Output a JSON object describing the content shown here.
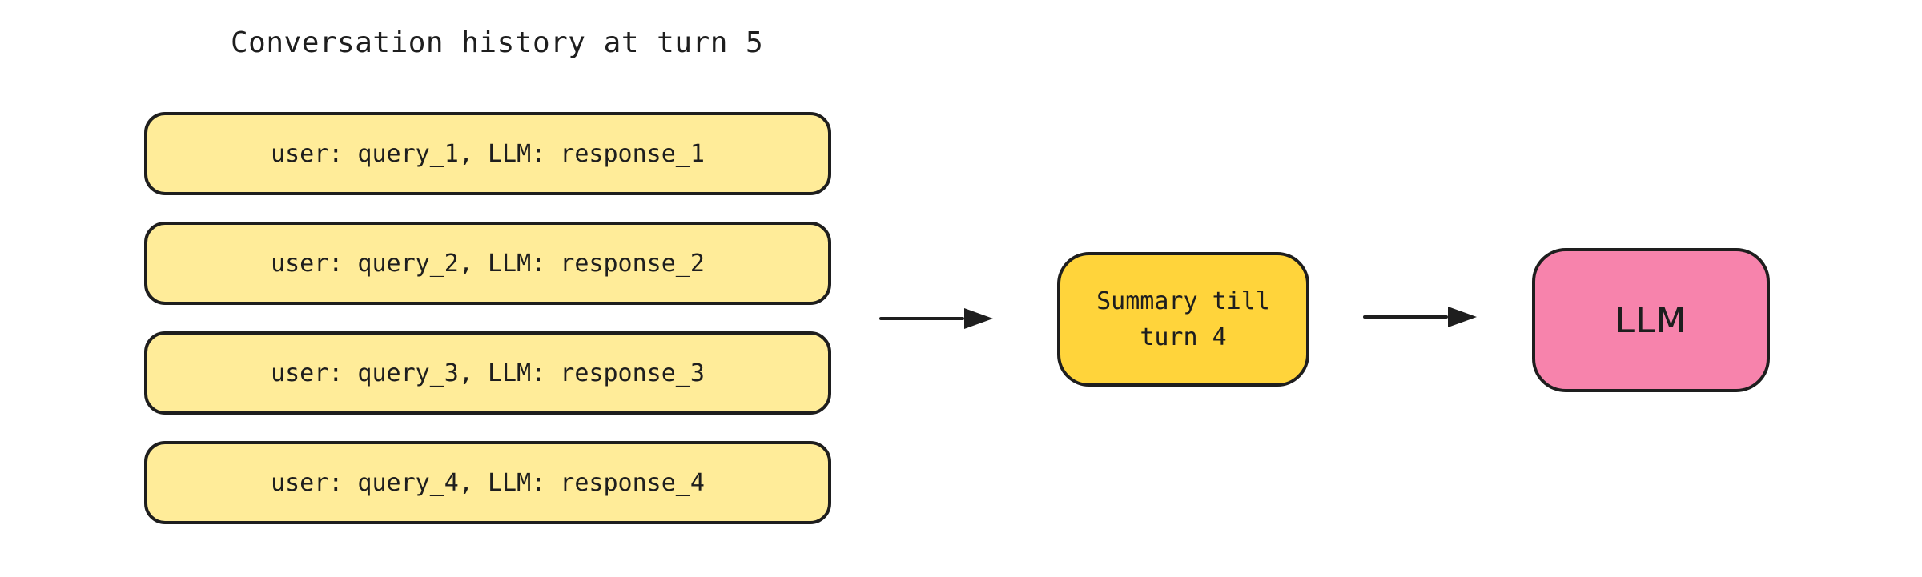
{
  "diagram": {
    "title": "Conversation history at turn 5",
    "history_boxes": [
      {
        "label": "user: query_1, LLM: response_1"
      },
      {
        "label": "user: query_2, LLM: response_2"
      },
      {
        "label": "user: query_3, LLM: response_3"
      },
      {
        "label": "user: query_4, LLM: response_4"
      }
    ],
    "summary_box": {
      "line1": "Summary till",
      "line2": "turn 4"
    },
    "llm_box": {
      "label": "LLM"
    }
  },
  "colors": {
    "background": "#FFFFFF",
    "history_fill": "#FFEC99",
    "summary_fill": "#FFD43B",
    "llm_fill": "#F783AC",
    "stroke": "#1E1E1E"
  }
}
